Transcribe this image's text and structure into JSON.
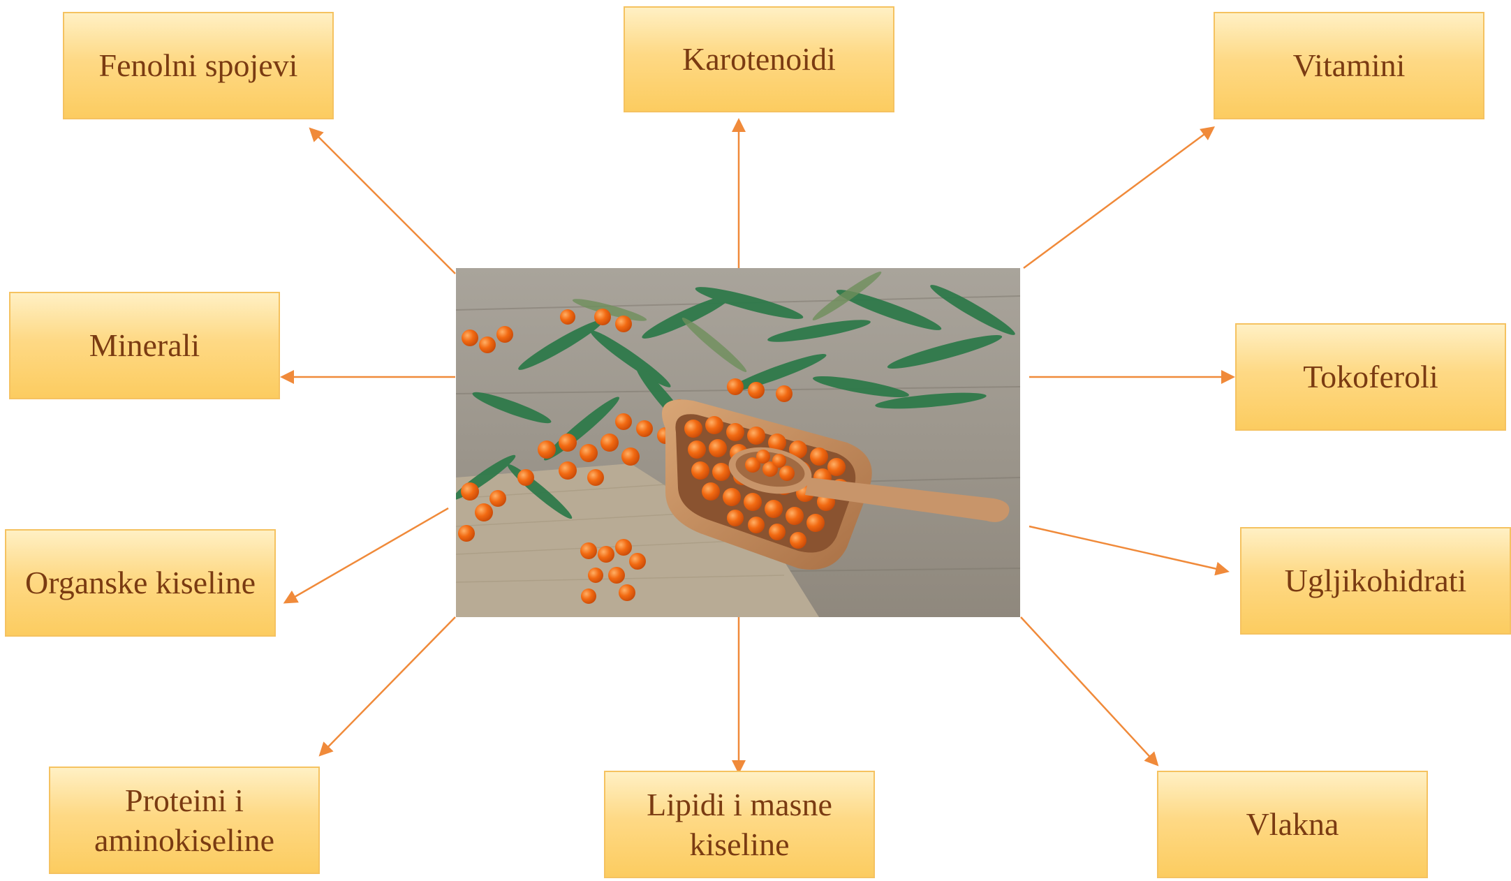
{
  "colors": {
    "arrow": "#f08a3a",
    "box_border": "#f5c260",
    "box_fill": "#fed985",
    "text": "#7a3b12"
  },
  "center": {
    "image_icon": "sea-buckthorn-berries-photo"
  },
  "labels": {
    "fenolni": "Fenolni spojevi",
    "karotenoidi": "Karotenoidi",
    "vitamini": "Vitamini",
    "minerali": "Minerali",
    "tokoferoli": "Tokoferoli",
    "organske": "Organske kiseline",
    "ugljikohidrati": "Ugljikohidrati",
    "proteini": "Proteini i aminokiseline",
    "lipidi": "Lipidi i masne kiseline",
    "vlakna": "Vlakna"
  }
}
